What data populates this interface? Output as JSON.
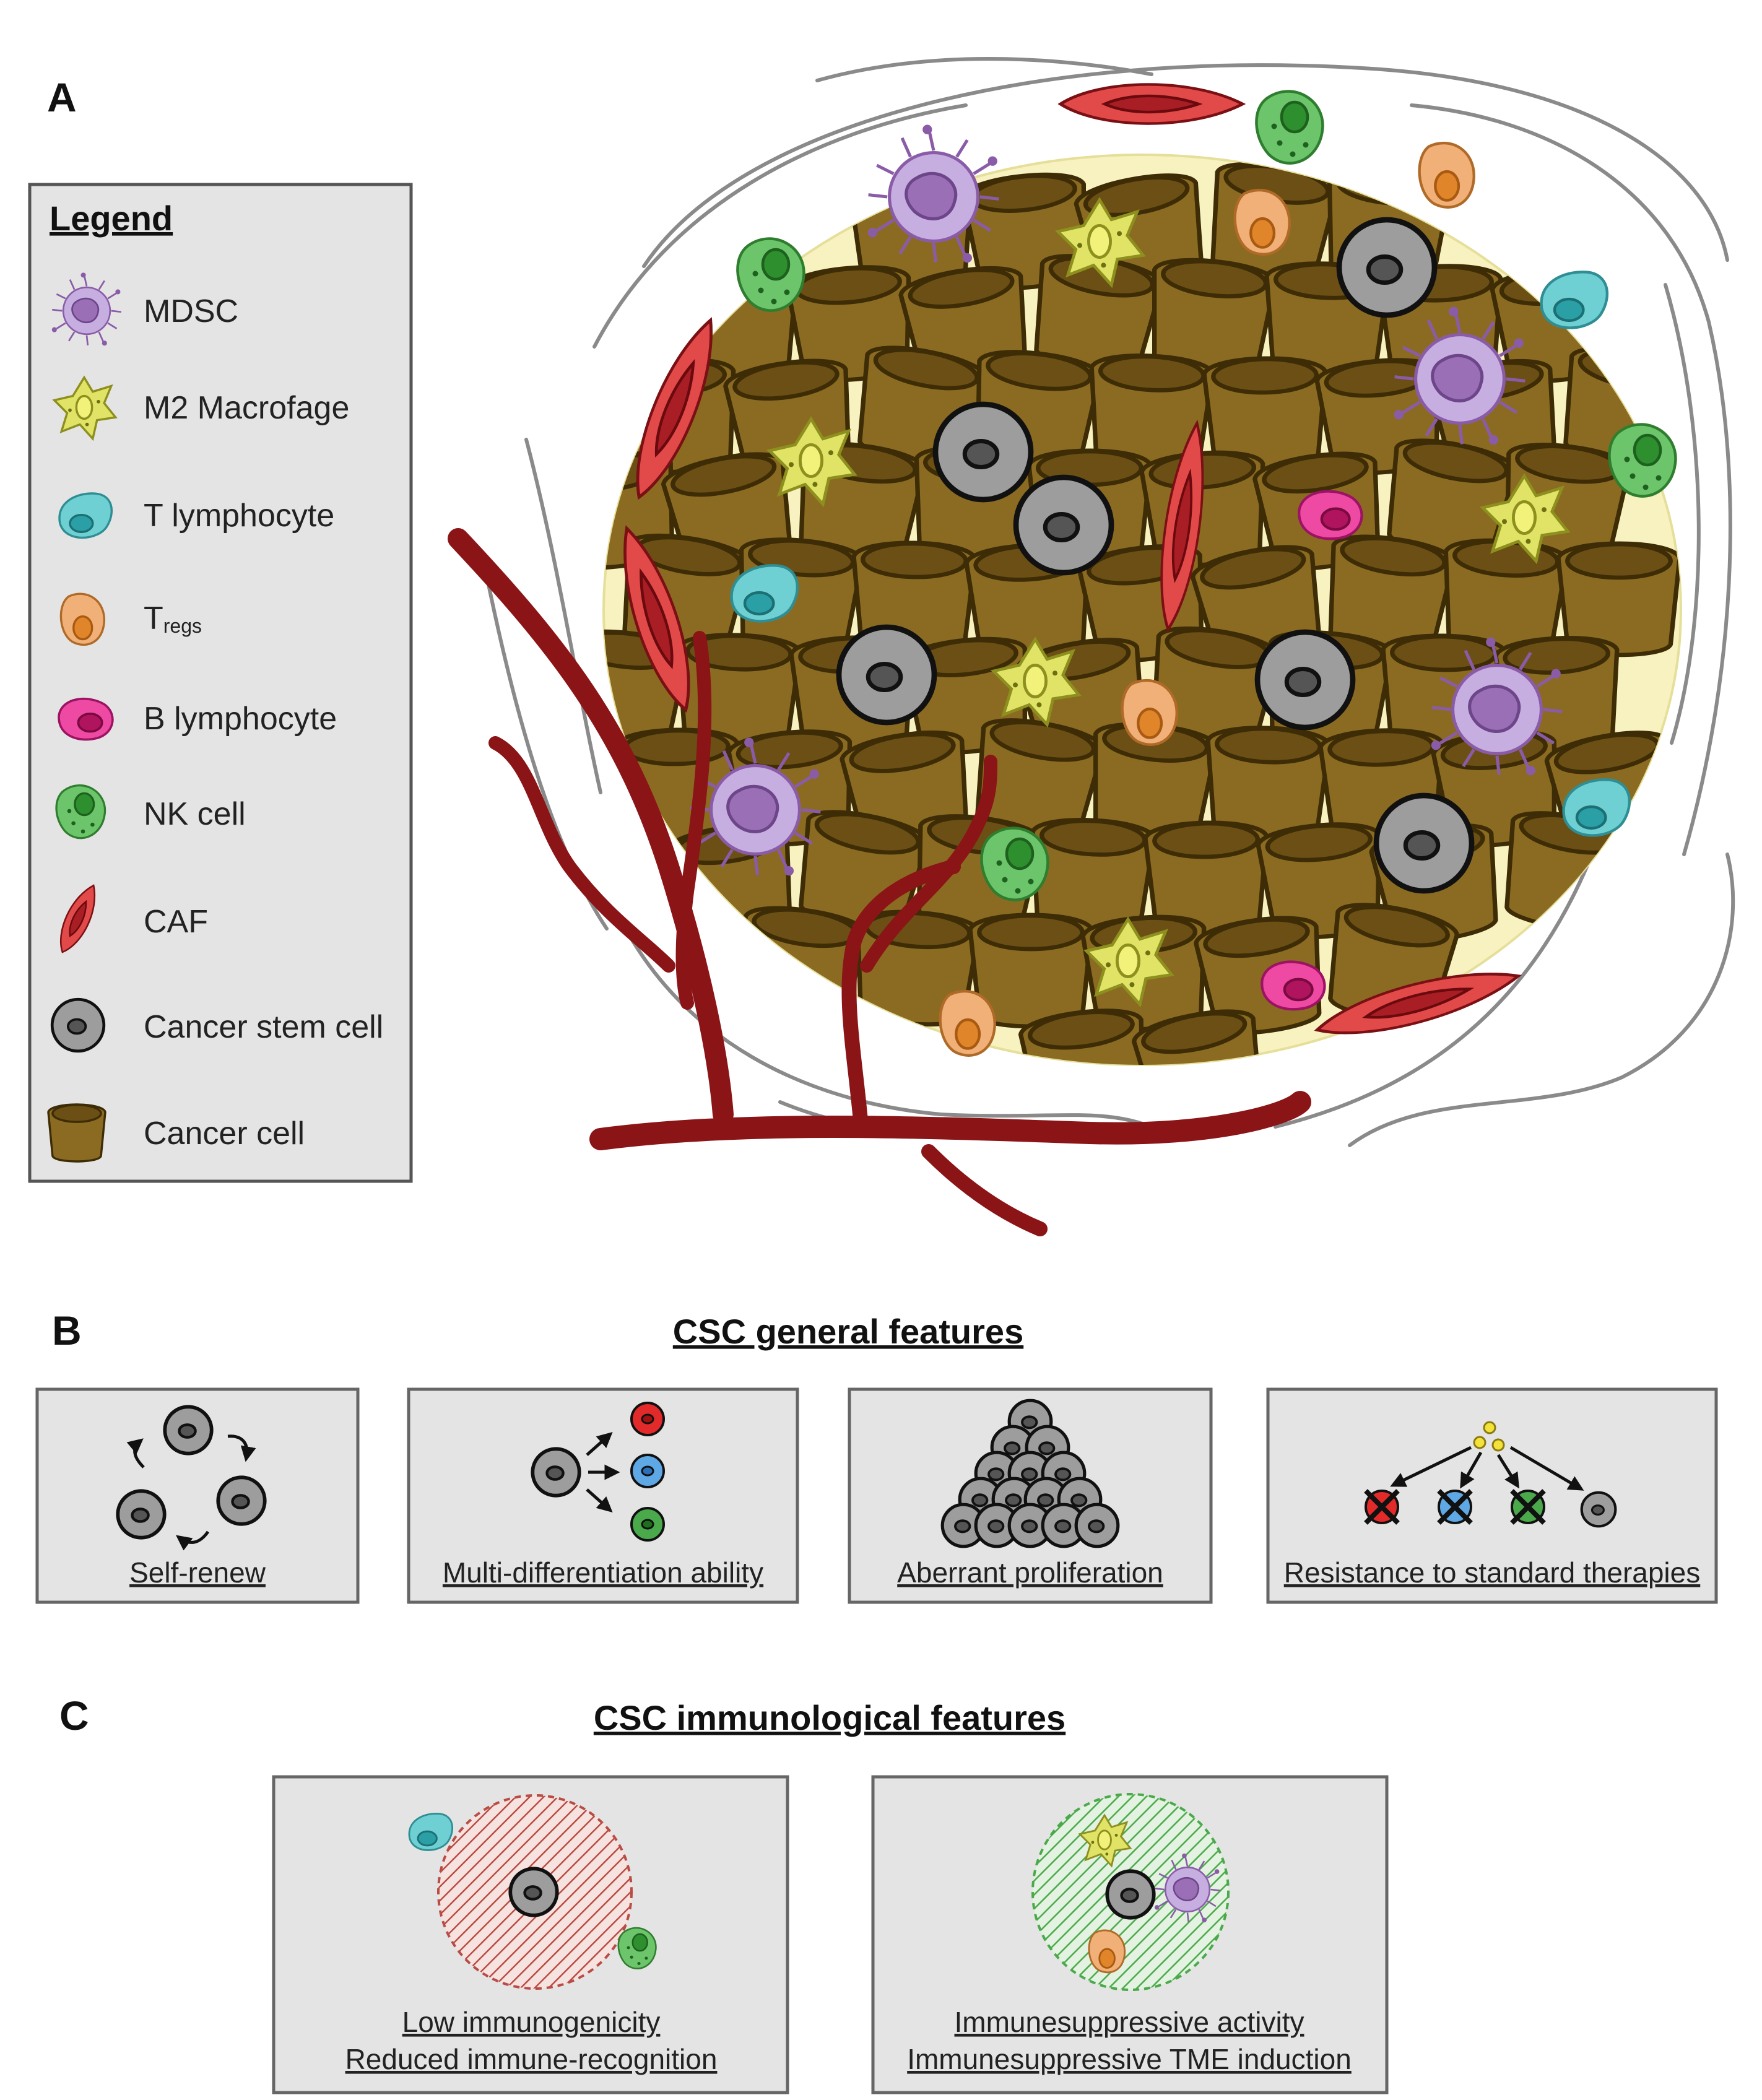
{
  "panels": {
    "a": "A",
    "b": "B",
    "c": "C"
  },
  "legend": {
    "title": "Legend",
    "items": [
      {
        "label": "MDSC",
        "icon": "mdsc-icon"
      },
      {
        "label": "M2 Macrofage",
        "icon": "m2-macrophage-icon"
      },
      {
        "label": "T lymphocyte",
        "icon": "t-lymphocyte-icon"
      },
      {
        "label": "T",
        "sub": "regs",
        "icon": "treg-icon"
      },
      {
        "label": "B lymphocyte",
        "icon": "b-lymphocyte-icon"
      },
      {
        "label": "NK cell",
        "icon": "nk-cell-icon"
      },
      {
        "label": "CAF",
        "icon": "caf-icon"
      },
      {
        "label": "Cancer stem cell",
        "icon": "cancer-stem-cell-icon"
      },
      {
        "label": "Cancer cell",
        "icon": "cancer-cell-icon"
      }
    ]
  },
  "general": {
    "heading": "CSC general features",
    "boxes": [
      {
        "label": "Self-renew"
      },
      {
        "label": "Multi-differentiation ability"
      },
      {
        "label": "Aberrant proliferation"
      },
      {
        "label": "Resistance to standard therapies"
      }
    ]
  },
  "immunological": {
    "heading": "CSC immunological features",
    "boxes": [
      {
        "line1": "Low immunogenicity",
        "line2": "Reduced immune-recognition"
      },
      {
        "line1": "Immunesuppressive activity",
        "line2": "Immunesuppressive TME induction"
      }
    ]
  },
  "colors": {
    "cancer_cell": "#8b6b22",
    "cancer_cell_dark": "#6b4f14",
    "csc": "#9a9a9a",
    "caf": "#d84545",
    "caf_dark": "#a81e24",
    "mdsc": "#b79acb",
    "m2": "#d9dc5c",
    "t_cell": "#5cc3c8",
    "treg": "#e9a060",
    "b_cell": "#e63b96",
    "nk": "#5cb85c",
    "vessel": "#8b1417",
    "stroma": "#f7f2c0",
    "fiber": "#8a8a8a"
  }
}
